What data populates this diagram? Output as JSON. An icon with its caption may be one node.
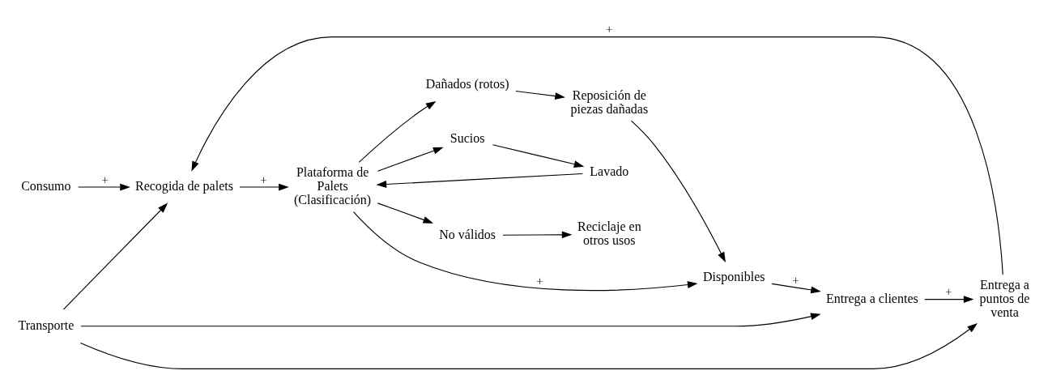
{
  "diagram": {
    "nodes": [
      {
        "text": [
          "Consumo"
        ]
      },
      {
        "text": [
          "Recogida de palets"
        ]
      },
      {
        "text": [
          "Plataforma de Palets (Clasificación)"
        ]
      },
      {
        "text": [
          "No válidos"
        ]
      },
      {
        "text": [
          "Reciclaje en otros usos"
        ]
      },
      {
        "text": [
          "Sucios"
        ]
      },
      {
        "text": [
          "Lavado"
        ]
      },
      {
        "text": [
          "Entrega a puntos de venta"
        ]
      },
      {
        "text": [
          "Transporte"
        ]
      },
      {
        "text": [
          "Disponibles"
        ]
      },
      {
        "text": [
          "Dañados (rotos)"
        ]
      },
      {
        "text": [
          "Reposición de piezas dañadas"
        ]
      },
      {
        "text": [
          "Entrega a clientes"
        ]
      }
    ],
    "edges": [
      {
        "from": 0,
        "to": 1,
        "arrow": "to",
        "label": "+"
      },
      {
        "from": 1,
        "to": 2,
        "arrow": "to",
        "label": "+"
      },
      {
        "from": 2,
        "to": 3,
        "arrow": "to"
      },
      {
        "from": 3,
        "to": 4,
        "arrow": "to"
      },
      {
        "from": 2,
        "to": 5,
        "arrow": "to"
      },
      {
        "from": 5,
        "to": 6,
        "arrow": "to"
      },
      {
        "from": 6,
        "to": 2,
        "arrow": "to"
      },
      {
        "from": 2,
        "to": 10,
        "arrow": "to"
      },
      {
        "from": 10,
        "to": 11,
        "arrow": "to"
      },
      {
        "from": 11,
        "to": 9,
        "arrow": "to"
      },
      {
        "from": 2,
        "to": 9,
        "arrow": "to",
        "label": "+"
      },
      {
        "from": 9,
        "to": 12,
        "arrow": "to",
        "label": "+"
      },
      {
        "from": 12,
        "to": 7,
        "arrow": "to",
        "label": "+"
      },
      {
        "from": 7,
        "to": 1,
        "arrow": "to",
        "label": "+"
      },
      {
        "from": 8,
        "to": 1,
        "arrow": "to"
      },
      {
        "from": 8,
        "to": 7,
        "arrow": "to"
      },
      {
        "from": 8,
        "to": 12,
        "arrow": "to"
      }
    ]
  }
}
